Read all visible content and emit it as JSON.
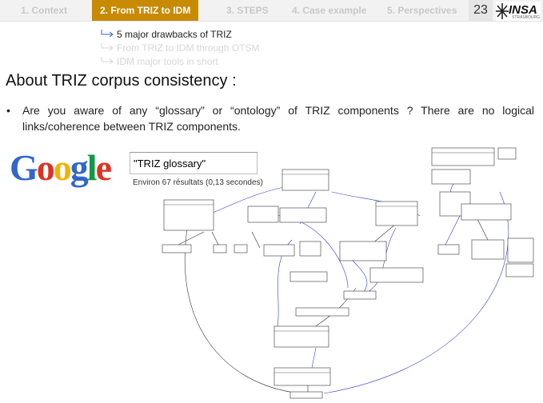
{
  "nav": {
    "tabs": [
      {
        "label": "1. Context"
      },
      {
        "label": "2. From TRIZ to IDM"
      },
      {
        "label": "3. STEPS"
      },
      {
        "label": "4. Case example"
      },
      {
        "label": "5. Perspectives"
      }
    ],
    "active_index": 1,
    "slide_number": "23",
    "logo": {
      "name": "INSA",
      "subtitle": "STRASBOURG"
    }
  },
  "subnav": [
    {
      "label": "5 major drawbacks of TRIZ",
      "current": true
    },
    {
      "label": "From TRIZ to IDM through OTSM",
      "current": false
    },
    {
      "label": "IDM major tools in short",
      "current": false
    }
  ],
  "title": "About TRIZ corpus consistency :",
  "bullet": "Are you aware of any “glossary” or “ontology” of TRIZ components ? There are no logical links/coherence between TRIZ components.",
  "google": {
    "logo_letters": [
      {
        "ch": "G",
        "color": "#3366cc"
      },
      {
        "ch": "o",
        "color": "#dd3322"
      },
      {
        "ch": "o",
        "color": "#f0b400"
      },
      {
        "ch": "g",
        "color": "#3366cc"
      },
      {
        "ch": "l",
        "color": "#119944"
      },
      {
        "ch": "e",
        "color": "#dd3322"
      }
    ],
    "query": "\"TRIZ glossary\"",
    "results": "Environ 67 résultats (0,13 secondes)"
  },
  "colors": {
    "accent": "#c88a00",
    "link_blue": "#3a3ad0"
  }
}
